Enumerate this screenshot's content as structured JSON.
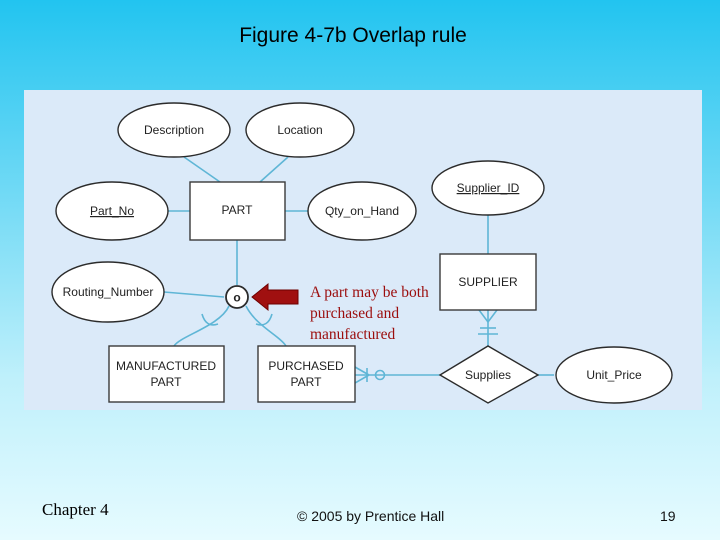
{
  "slide": {
    "title": "Figure 4-7b Overlap rule",
    "callout": "A part may be both purchased and manufactured",
    "footer": {
      "chapter": "Chapter 4",
      "copyright": "© 2005 by Prentice Hall",
      "page": "19"
    }
  },
  "diagram": {
    "attributes": {
      "description": "Description",
      "location": "Location",
      "part_no": "Part_No",
      "qty_on_hand": "Qty_on_Hand",
      "supplier_id": "Supplier_ID",
      "routing_number": "Routing_Number",
      "unit_price": "Unit_Price"
    },
    "entities": {
      "part": "PART",
      "supplier": "SUPPLIER",
      "manufactured_line1": "MANUFACTURED",
      "manufactured_line2": "PART",
      "purchased_line1": "PURCHASED",
      "purchased_line2": "PART"
    },
    "relationship": "Supplies",
    "subtype_symbol": "o",
    "colors": {
      "connector": "#5fb6d6",
      "callout_text": "#9b0d0d",
      "arrow": "#a01010",
      "panel": "#dbeaf9"
    }
  }
}
